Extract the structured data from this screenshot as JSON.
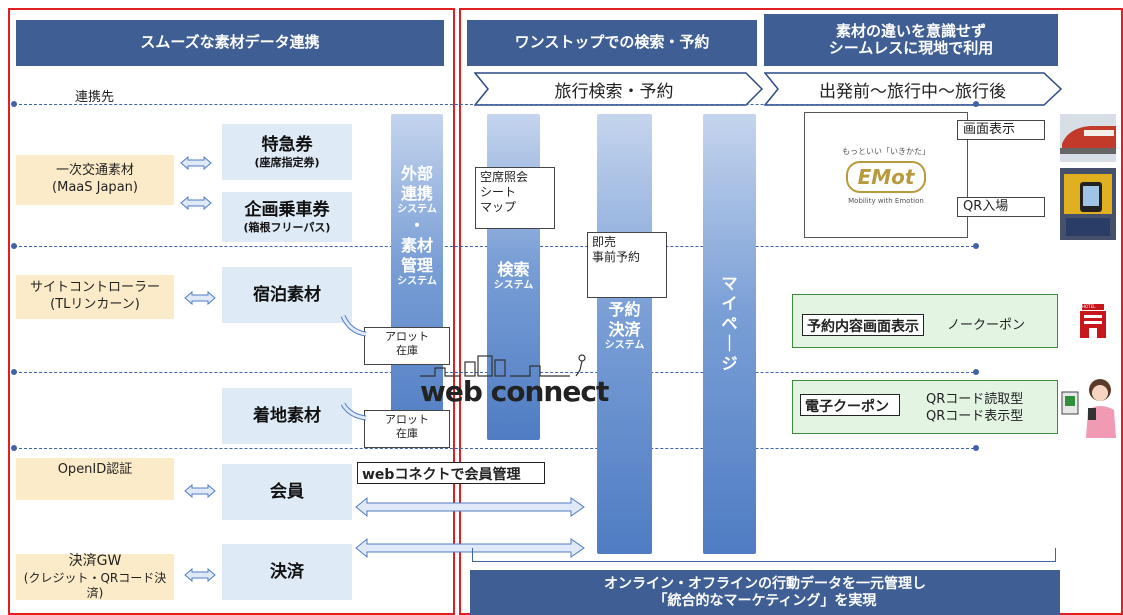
{
  "headers": {
    "smooth": "スムーズな素材データ連携",
    "onestop": "ワンストップでの検索・予約",
    "seamless_line1": "素材の違いを意識せず",
    "seamless_line2": "シームレスに現地で利用"
  },
  "arrows": {
    "search": "旅行検索・予約",
    "travel": "出発前～旅行中～旅行後"
  },
  "partner_label": "連携先",
  "sources": {
    "transport_1": "一次交通素材",
    "transport_2": "(MaaS Japan)",
    "site_1": "サイトコントローラー",
    "site_2": "(TLリンカーン)",
    "openid": "OpenID認証",
    "payment_1": "決済GW",
    "payment_2": "(クレジット・QRコード決済)"
  },
  "materials": {
    "express_1": "特急券",
    "express_2": "(座席指定券)",
    "plan_1": "企画乗車券",
    "plan_2": "(箱根フリーパス)",
    "lodging": "宿泊素材",
    "local": "着地素材",
    "member": "会員",
    "payment": "決済"
  },
  "pillars": {
    "external_1": "外部",
    "external_2": "連携",
    "external_3": "システム",
    "external_4": "・",
    "external_5": "素材",
    "external_6": "管理",
    "external_7": "システム",
    "search_1": "検索",
    "search_2": "システム",
    "booking_1": "予約",
    "booking_2": "決済",
    "booking_3": "システム",
    "mypage": [
      "マ",
      "イ",
      "ペ",
      "｜",
      "ジ"
    ]
  },
  "notes": {
    "availability_1": "空席照会",
    "availability_2": "シート",
    "availability_3": "マップ",
    "sale_1": "即売",
    "sale_2": "事前予約",
    "allot1_1": "アロット",
    "allot1_2": "在庫",
    "allot2_1": "アロット",
    "allot2_2": "在庫",
    "webconnect_member": "webコネクトで会員管理"
  },
  "logo": {
    "webconnect": "web connect",
    "emot_tag": "もっといい「いきかた」",
    "emot_name": "EMot",
    "emot_sub": "Mobility with Emotion"
  },
  "usage": {
    "screen": "画面表示",
    "qr_entry": "QR入場",
    "booking_display": "予約内容画面表示",
    "no_coupon": "ノークーポン",
    "ecoupon": "電子クーポン",
    "qr_read": "QRコード読取型",
    "qr_show": "QRコード表示型",
    "hotel": "HOTEL"
  },
  "footer": {
    "line1": "オンライン・オフラインの行動データを一元管理し",
    "line2": "「統合的なマーケティング」を実現"
  },
  "colors": {
    "header": "#3f5e93",
    "frame": "#e02020",
    "source": "#fcebc9",
    "material": "#deeaf6",
    "usage": "#e3f4e2"
  }
}
